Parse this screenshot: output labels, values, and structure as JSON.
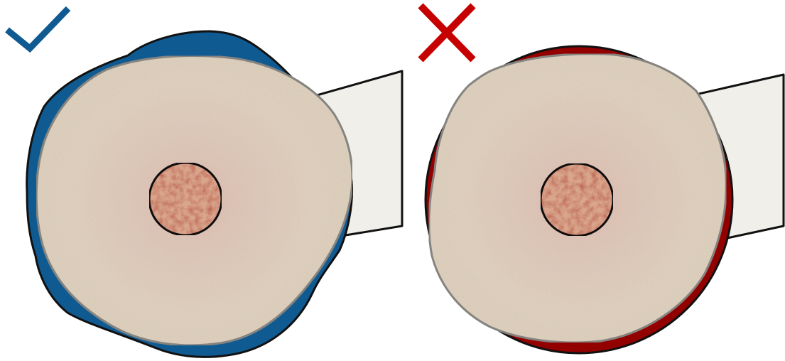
{
  "panels": [
    {
      "id": "correct",
      "marker_icon": "checkmark-icon",
      "marker_color": "#105a92",
      "outline_fill": "#105a92",
      "verdict": "correct"
    },
    {
      "id": "incorrect",
      "marker_icon": "cross-icon",
      "marker_color": "#c60000",
      "outline_fill": "#920000",
      "verdict": "incorrect"
    }
  ],
  "colors": {
    "bone_fill": "#e3d6c4",
    "bone_tint": "#d9b6ad",
    "bone_rim": "#efe9dc",
    "handle_fill": "#f0efe9",
    "inner_core": "#d9a58c",
    "inner_core_spot": "#b54a3b",
    "stroke": "#111111"
  }
}
